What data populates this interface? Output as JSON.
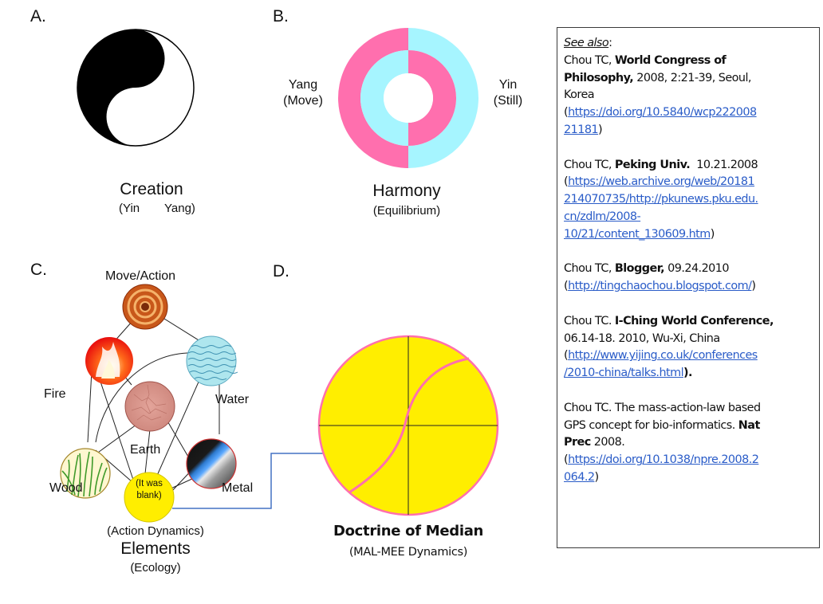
{
  "panels": {
    "a": {
      "letter": "A.",
      "caption": "Creation",
      "sub_left": "(Yin",
      "sub_right": "Yang)"
    },
    "b": {
      "letter": "B.",
      "caption": "Harmony",
      "sub": "(Equilibrium)",
      "left_1": "Yang",
      "left_2": "(Move)",
      "right_1": "Yin",
      "right_2": "(Still)"
    },
    "c": {
      "letter": "C.",
      "top_label": "Move/Action",
      "fire": "Fire",
      "water": "Water",
      "earth": "Earth",
      "wood": "Wood",
      "metal": "Metal",
      "center_1": "(It was",
      "center_2": "blank)",
      "caption_pre": "(Action Dynamics)",
      "caption": "Elements",
      "caption_sub": "(Ecology)"
    },
    "d": {
      "letter": "D.",
      "caption": "Doctrine of Median",
      "sub": "(MAL-MEE Dynamics)"
    }
  },
  "colors": {
    "pink": "#ff6fae",
    "cyan": "#a6f5ff",
    "yellow": "#ffee00",
    "arrow": "#4472c4",
    "link": "#2a5cc8"
  },
  "refs": {
    "see_also": "See also",
    "see_colon": ":",
    "r1": {
      "pre": "Chou TC, ",
      "bold1": "World Congress of",
      "bold2": "Philosophy,",
      "post2": " 2008, 2:21-39, Seoul,",
      "l3": "Korea",
      "open": "(",
      "link1": "https://doi.org/10.5840/wcp222008",
      "link2": "21181",
      "close": ")"
    },
    "r2": {
      "pre": "Chou TC, ",
      "bold": "Peking Univ.",
      "post": "  10.21.2008",
      "open": "(",
      "link1": "https://web.archive.org/web/20181",
      "link2": "214070735/http://pkunews.pku.edu.",
      "link3": "cn/zdlm/2008-",
      "link4": "10/21/content_130609.htm",
      "close": ")"
    },
    "r3": {
      "pre": "Chou TC, ",
      "bold": "Blogger,",
      "post": " 09.24.2010",
      "open": "(",
      "link": "http://tingchaochou.blogspot.com/",
      "close": ")"
    },
    "r4": {
      "pre": "Chou TC. ",
      "bold": "I-Ching World Conference,",
      "l2": "06.14-18. 2010, Wu-Xi, China",
      "open": "(",
      "link1": "http://www.yijing.co.uk/conferences",
      "link2": "/2010-china/talks.html",
      "close": ")."
    },
    "r5": {
      "l1": "Chou TC. The mass-action-law based",
      "l2": "GPS concept for bio-informatics. ",
      "bold1": "Nat",
      "bold2": "Prec",
      "post3": " 2008.",
      "open": "(",
      "link1": "https://doi.org/10.1038/npre.2008.2",
      "link2": "064.2",
      "close": ")"
    }
  }
}
